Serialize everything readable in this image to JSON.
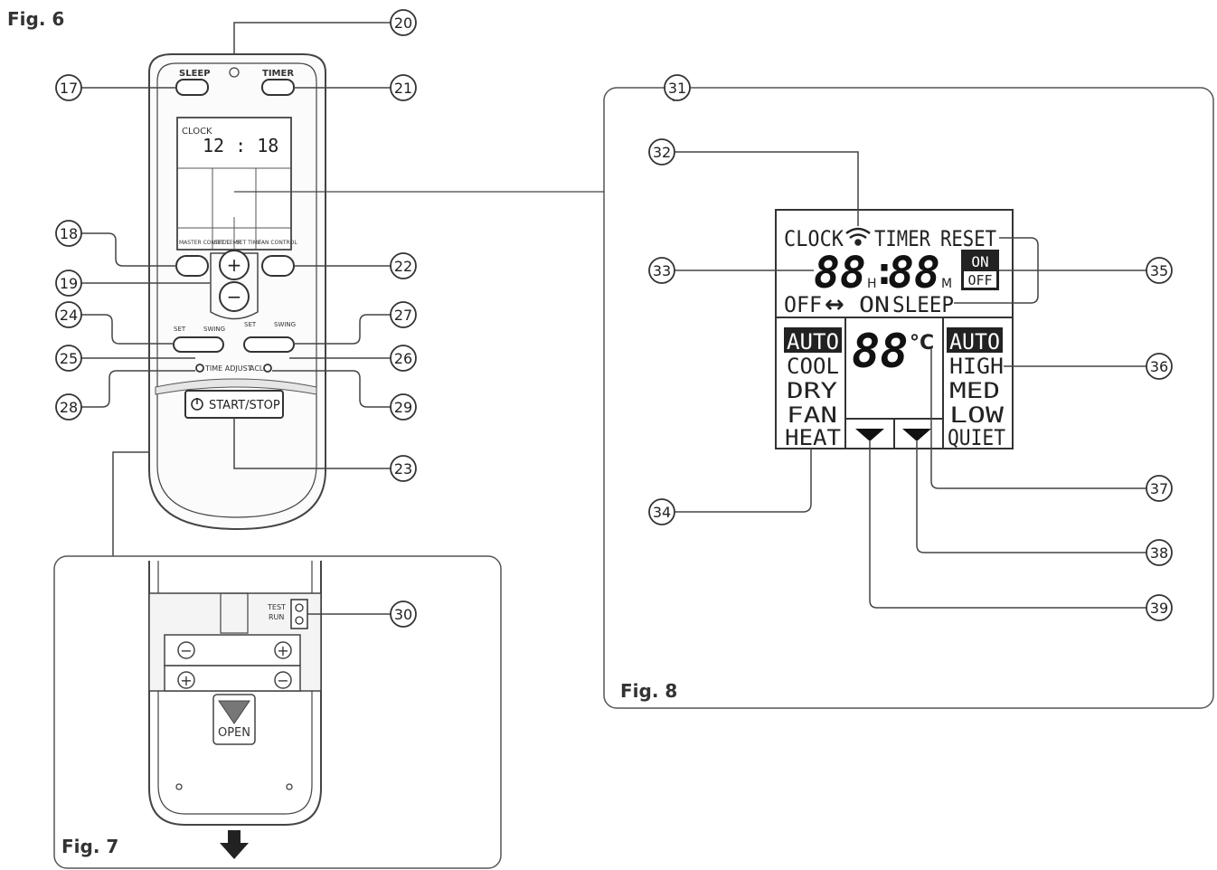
{
  "figures": {
    "fig6": "Fig. 6",
    "fig7": "Fig. 7",
    "fig8": "Fig. 8"
  },
  "remote": {
    "sleep_label": "SLEEP",
    "timer_label": "TIMER",
    "clock_label": "CLOCK",
    "clock_time": "12 : 18",
    "master_control_label": "MASTER CONTROL",
    "set_temp_label": "SET TEMP.",
    "set_timer_label": "SET TIME",
    "fan_control_label": "FAN CONTROL",
    "plus_symbol": "+",
    "minus_symbol": "−",
    "set_label": "SET",
    "swing_left_label": "SWING",
    "set_right_label": "SET",
    "swing_right_label": "SWING",
    "time_adjust_label": "TIME ADJUST",
    "acl_label": "ACL",
    "start_stop_label": "START/STOP"
  },
  "battery": {
    "test_run_label_1": "TEST",
    "test_run_label_2": "RUN",
    "open_label": "OPEN",
    "minus": "−",
    "plus": "+"
  },
  "lcd": {
    "clock": "CLOCK",
    "timer": "TIMER",
    "reset": "RESET",
    "big_time_hours": "88",
    "hour_marker": "H",
    "colon": ":",
    "big_time_minutes": "88",
    "minute_marker": "M",
    "on_label": "ON",
    "off_label": "OFF",
    "off_on": "OFF",
    "arrow": "↔",
    "on_text": "ON",
    "sleep": "SLEEP",
    "mode_auto": "AUTO",
    "mode_cool": "COOL",
    "mode_dry": "DRY",
    "mode_fan": "FAN",
    "mode_heat": "HEAT",
    "temp_value": "88",
    "temp_unit": "°C",
    "fan_auto": "AUTO",
    "fan_high": "HIGH",
    "fan_med": "MED",
    "fan_low": "LOW",
    "fan_quiet": "QUIET"
  },
  "callouts": {
    "c17": "17",
    "c18": "18",
    "c19": "19",
    "c20": "20",
    "c21": "21",
    "c22": "22",
    "c23": "23",
    "c24": "24",
    "c25": "25",
    "c26": "26",
    "c27": "27",
    "c28": "28",
    "c29": "29",
    "c30": "30",
    "c31": "31",
    "c32": "32",
    "c33": "33",
    "c34": "34",
    "c35": "35",
    "c36": "36",
    "c37": "37",
    "c38": "38",
    "c39": "39"
  }
}
